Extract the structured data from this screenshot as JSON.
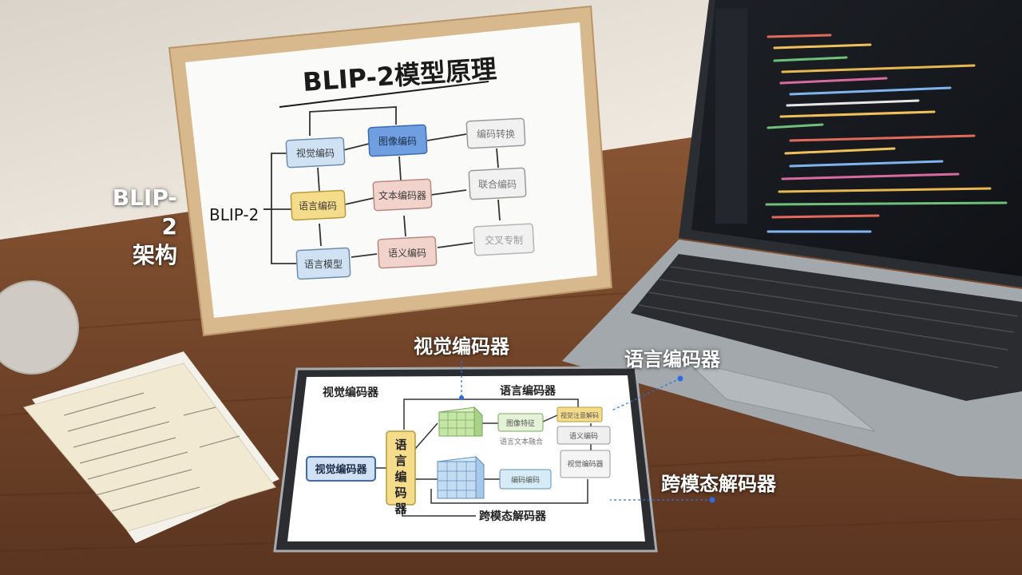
{
  "whiteboard": {
    "title": "BLIP-2模型原理",
    "root_label": "BLIP-2",
    "nodes": [
      "视觉编码",
      "图像编码",
      "编码转换",
      "语言编码",
      "文本编码器",
      "联合编码",
      "语言模型",
      "语义编码",
      "交叉专制"
    ]
  },
  "tablet": {
    "heading_left": "视觉编码器",
    "heading_right": "语言编码器",
    "input_box": "视觉编码器",
    "vertical_box": "语言编码器",
    "small_boxes": [
      "图像特征",
      "语言文本融合",
      "编码编码",
      "视觉注意解码",
      "语义编码",
      "视觉编码器"
    ],
    "bottom_label": "跨模态解码器"
  },
  "overlays": {
    "blip2_line1": "BLIP-2",
    "blip2_line2": "架构",
    "visual_encoder": "视觉编码器",
    "language_encoder": "语言编码器",
    "cross_modal_decoder": "跨模态解码器"
  },
  "colors": {
    "wall": "#ece6dc",
    "wood": "#7a4c2c",
    "frame": "#d8b98e",
    "blue_box": "#6f9fe0",
    "yellow_box": "#f5dc8a",
    "pink_box": "#f2d3cc",
    "light_blue_box": "#cfe1f2",
    "laptop_body": "#9ea3a8",
    "accent_dot": "#2a6de8"
  }
}
